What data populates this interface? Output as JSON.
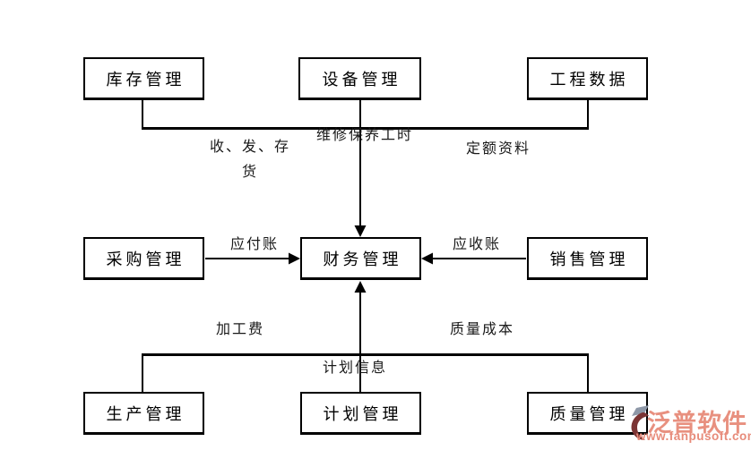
{
  "diagram": {
    "title_hint": "ERP data flow diagram centered on finance management",
    "line_color": "#000000",
    "boxes": [
      {
        "id": "inventory-management",
        "label": "库存管理"
      },
      {
        "id": "equipment-management",
        "label": "设备管理"
      },
      {
        "id": "engineering-data",
        "label": "工程数据"
      },
      {
        "id": "purchasing-management",
        "label": "采购管理"
      },
      {
        "id": "finance-management",
        "label": "财务管理"
      },
      {
        "id": "sales-management",
        "label": "销售管理"
      },
      {
        "id": "production-management",
        "label": "生产管理"
      },
      {
        "id": "planning-management",
        "label": "计划管理"
      },
      {
        "id": "quality-management",
        "label": "质量管理"
      }
    ],
    "edge_labels": {
      "inventory_to_finance_line1": "收、发、存",
      "inventory_to_finance_line2": "货",
      "equipment_to_finance": "维修保养工时",
      "engineering_to_finance": "定额资料",
      "purchasing_to_finance": "应付账",
      "sales_to_finance": "应收账",
      "production_to_finance": "加工费",
      "quality_to_finance": "质量成本",
      "planning_to_finance": "计划信息"
    }
  },
  "watermark": {
    "brand": "泛普软件",
    "url": "www.fanpusoft.com",
    "brand_color": "#e8907f",
    "icon": "fanpu-logo-icon"
  }
}
